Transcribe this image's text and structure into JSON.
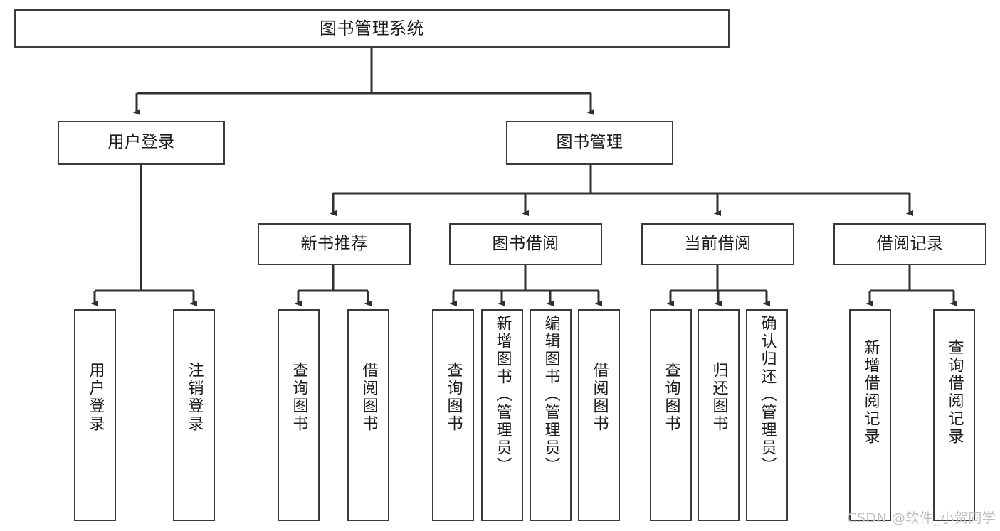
{
  "diagram": {
    "title": "图书管理系统",
    "type": "function-structure-tree",
    "watermark": "CSDN @软件_小贺同学",
    "colors": {
      "background": "#ffffff",
      "box_border": "#3a3a3a",
      "connector": "#2f2f2f",
      "text": "#1b1b1b",
      "watermark": "#bfbfbf"
    }
  },
  "nodes": {
    "root": {
      "label": "图书管理系统",
      "level": 0,
      "orientation": "horizontal"
    },
    "n_user_login": {
      "label": "用户登录",
      "level": 1,
      "orientation": "horizontal"
    },
    "n_book_manage": {
      "label": "图书管理",
      "level": 1,
      "orientation": "horizontal"
    },
    "n_new_book": {
      "label": "新书推荐",
      "level": 2,
      "orientation": "horizontal"
    },
    "n_borrow": {
      "label": "图书借阅",
      "level": 2,
      "orientation": "horizontal"
    },
    "n_current_borrow": {
      "label": "当前借阅",
      "level": 2,
      "orientation": "horizontal"
    },
    "n_borrow_record": {
      "label": "借阅记录",
      "level": 2,
      "orientation": "horizontal"
    },
    "l_user_login": {
      "label": "用户登录",
      "level": 3,
      "orientation": "vertical"
    },
    "l_logout": {
      "label": "注销登录",
      "level": 3,
      "orientation": "vertical"
    },
    "l_query_book_1": {
      "label": "查询图书",
      "level": 3,
      "orientation": "vertical"
    },
    "l_borrow_book_1": {
      "label": "借阅图书",
      "level": 3,
      "orientation": "vertical"
    },
    "l_query_book_2": {
      "label": "查询图书",
      "level": 3,
      "orientation": "vertical"
    },
    "l_add_book": {
      "label": "新增图书（管理员）",
      "level": 3,
      "orientation": "vertical"
    },
    "l_edit_book": {
      "label": "编辑图书（管理员）",
      "level": 3,
      "orientation": "vertical"
    },
    "l_borrow_book_2": {
      "label": "借阅图书",
      "level": 3,
      "orientation": "vertical"
    },
    "l_query_book_3": {
      "label": "查询图书",
      "level": 3,
      "orientation": "vertical"
    },
    "l_return_book": {
      "label": "归还图书",
      "level": 3,
      "orientation": "vertical"
    },
    "l_confirm_return": {
      "label": "确认归还（管理员）",
      "level": 3,
      "orientation": "vertical"
    },
    "l_add_record": {
      "label": "新增借阅记录",
      "level": 3,
      "orientation": "vertical"
    },
    "l_query_record": {
      "label": "查询借阅记录",
      "level": 3,
      "orientation": "vertical"
    }
  },
  "edges": [
    {
      "from": "root",
      "to": "n_user_login"
    },
    {
      "from": "root",
      "to": "n_book_manage"
    },
    {
      "from": "n_book_manage",
      "to": "n_new_book"
    },
    {
      "from": "n_book_manage",
      "to": "n_borrow"
    },
    {
      "from": "n_book_manage",
      "to": "n_current_borrow"
    },
    {
      "from": "n_book_manage",
      "to": "n_borrow_record"
    },
    {
      "from": "n_user_login",
      "to": "l_user_login"
    },
    {
      "from": "n_user_login",
      "to": "l_logout"
    },
    {
      "from": "n_new_book",
      "to": "l_query_book_1"
    },
    {
      "from": "n_new_book",
      "to": "l_borrow_book_1"
    },
    {
      "from": "n_borrow",
      "to": "l_query_book_2"
    },
    {
      "from": "n_borrow",
      "to": "l_add_book"
    },
    {
      "from": "n_borrow",
      "to": "l_edit_book"
    },
    {
      "from": "n_borrow",
      "to": "l_borrow_book_2"
    },
    {
      "from": "n_current_borrow",
      "to": "l_query_book_3"
    },
    {
      "from": "n_current_borrow",
      "to": "l_return_book"
    },
    {
      "from": "n_current_borrow",
      "to": "l_confirm_return"
    },
    {
      "from": "n_borrow_record",
      "to": "l_add_record"
    },
    {
      "from": "n_borrow_record",
      "to": "l_query_record"
    }
  ]
}
